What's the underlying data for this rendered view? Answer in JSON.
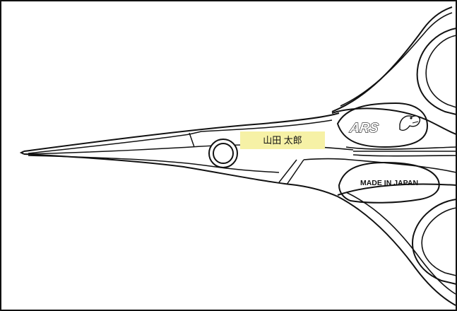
{
  "engraving": {
    "text": "山田 太郎",
    "highlight_color": "#f6f1a6"
  },
  "logo": {
    "text": "ARS",
    "icon": "crocodile-mascot-icon"
  },
  "origin_label": {
    "text": "MADE IN JAPAN"
  },
  "colors": {
    "line": "#111111",
    "background": "#ffffff"
  }
}
